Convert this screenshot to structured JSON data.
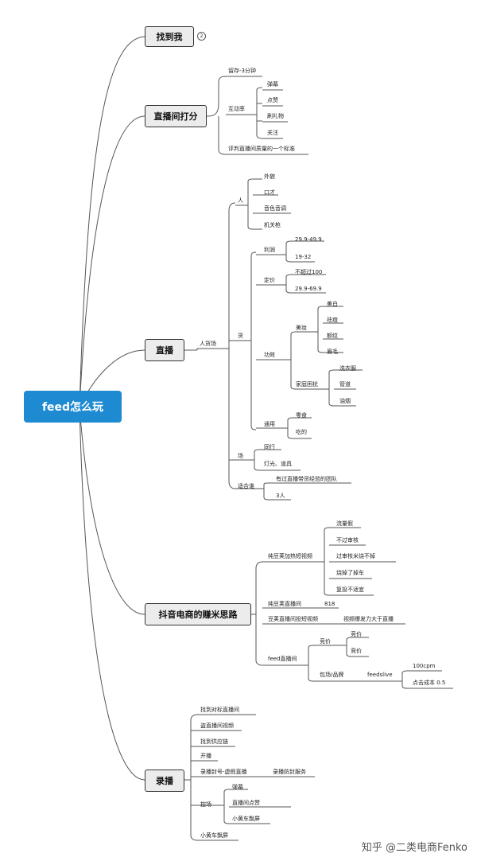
{
  "root": "feed怎么玩",
  "badge": "2",
  "watermark": "知乎 @二类电商Fenko",
  "b1": {
    "title": "找到我"
  },
  "b2": {
    "title": "直播间打分",
    "retain": "留存-3分钟",
    "interact": "互动率",
    "items": [
      "弹幕",
      "点赞",
      "刷礼物",
      "关注"
    ],
    "standard": "评判直播间质量的一个标准"
  },
  "b3": {
    "title": "直播",
    "rhc": "人货场",
    "person": "人",
    "person_items": [
      "外貌",
      "口才",
      "音色音调",
      "机关枪"
    ],
    "goods": "货",
    "profit": "利润",
    "profit_items": [
      "29.9-49.9",
      "19-32"
    ],
    "pricing": "定价",
    "pricing_items": [
      "不超过100",
      "29.9-69.9"
    ],
    "effect": "功效",
    "beauty": "美妆",
    "beauty_items": [
      "美白",
      "祛痘",
      "额纹",
      "眉毛"
    ],
    "home": "家庭困扰",
    "home_items": [
      "洗衣服",
      "管道",
      "油烟"
    ],
    "general": "通用",
    "general_items": [
      "零食",
      "吃的"
    ],
    "venue": "场",
    "venue_items": [
      "同行",
      "灯光、道具"
    ],
    "suitable": "适合谁",
    "suitable_items": [
      "有过直播带货经验的团队",
      "3人"
    ]
  },
  "b4": {
    "title": "抖音电商的赚米思路",
    "pure_video": "纯豆荚加热短视频",
    "pure_video_items": [
      "流量假",
      "不过审核",
      "过审核米烧不掉",
      "烧掉了掉车",
      "复投不适宜"
    ],
    "pure_live": "纯豆荚直播间",
    "pure_live_val": "818",
    "dou_live": "豆荚直播间投短视频",
    "dou_live_val": "视频爆发力大于直播",
    "feed": "feed直播间",
    "bid": "竞价",
    "bid_items": [
      "竞价",
      "竞价"
    ],
    "brand": "包场/品牌",
    "feedslive": "feedslive",
    "feedslive_items": [
      "100cpm",
      "点击成本 0.5"
    ]
  },
  "b5": {
    "title": "录播",
    "items": [
      "找到对标直播间",
      "盗直播间视频",
      "找到供应链",
      "开播",
      "录播封号-虚假直播"
    ],
    "anti_ban": "录播防封服务",
    "control": "控场",
    "control_items": [
      "弹幕",
      "直播间点赞",
      "小黄车飘屏"
    ],
    "cart": "小黄车飘屏"
  }
}
